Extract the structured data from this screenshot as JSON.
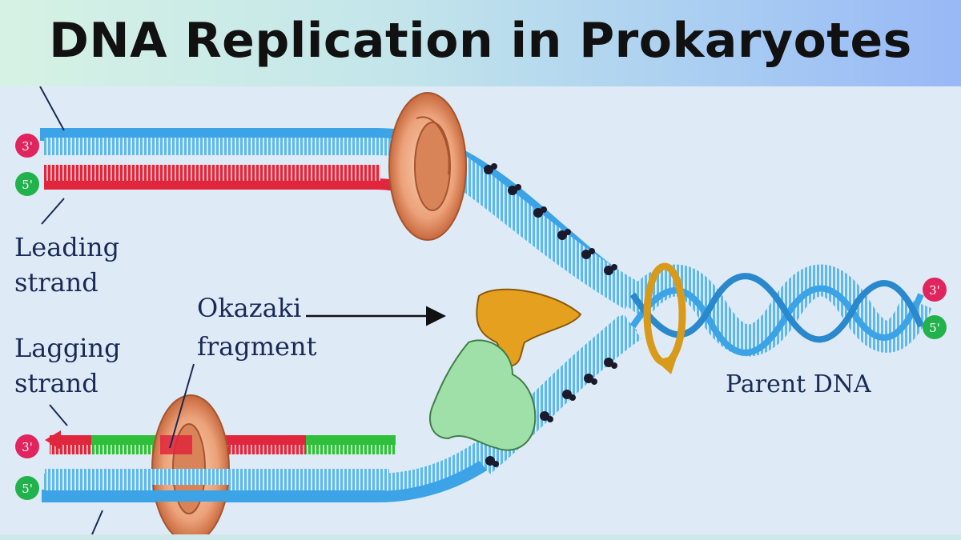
{
  "title": "DNA Replication in Prokaryotes",
  "labels": {
    "leading_strand_line1": "Leading",
    "leading_strand_line2": "strand",
    "lagging_strand_line1": "Lagging",
    "lagging_strand_line2": "strand",
    "okazaki_line1": "Okazaki",
    "okazaki_line2": "fragment",
    "parent_dna": "Parent DNA"
  },
  "end_markers": {
    "top_left_upper": "3'",
    "top_left_lower": "5'",
    "bottom_left_upper": "3'",
    "bottom_left_lower": "5'",
    "right_upper": "3'",
    "right_lower": "5'"
  },
  "colors": {
    "parent_strand": "#3ba3e6",
    "new_strand": "#e0263c",
    "rna_primer": "#2fbf3a",
    "three_prime_marker": "#e0245e",
    "five_prime_marker": "#22b24c",
    "polymerase_clamp": "#e9a57a",
    "helicase": "#e6a020",
    "primase": "#9fe0a8",
    "primase_top": "#c79a1e",
    "ssb_protein": "#1a1a2a"
  }
}
